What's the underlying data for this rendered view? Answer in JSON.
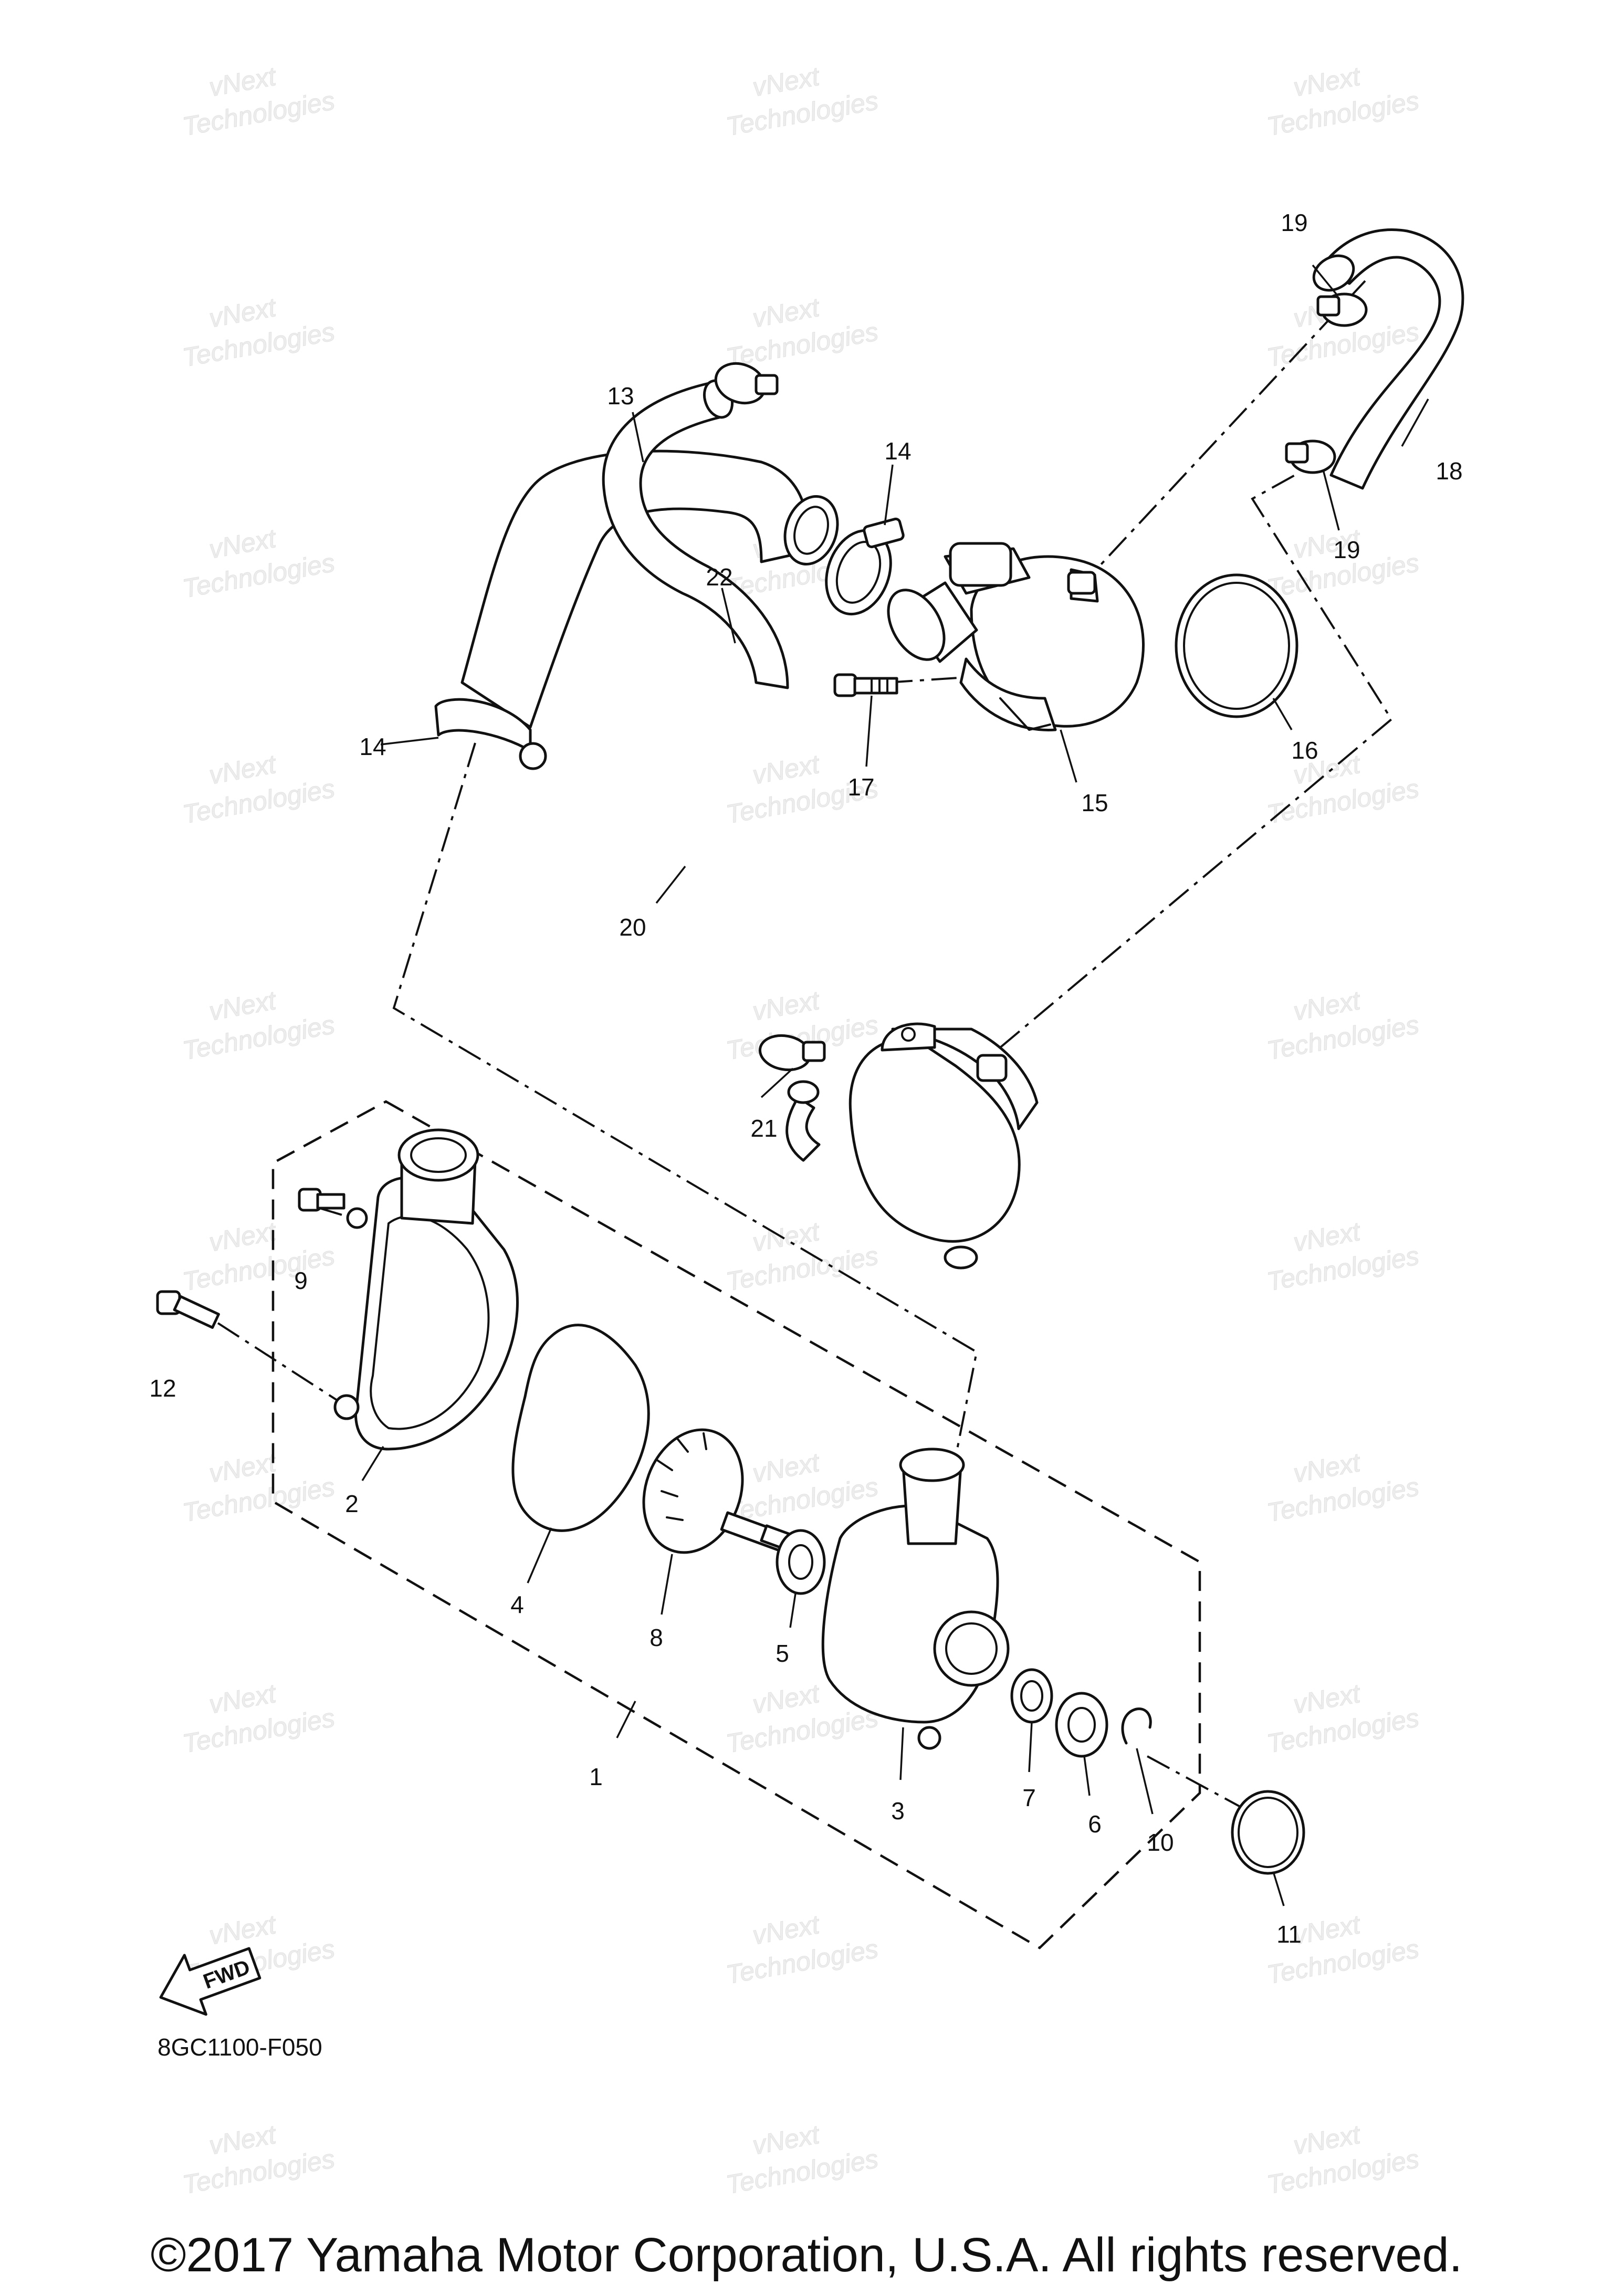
{
  "watermark": {
    "line1": "vNext",
    "line2": "Technologies"
  },
  "callouts": {
    "c1": "1",
    "c2": "2",
    "c3": "3",
    "c4": "4",
    "c5": "5",
    "c6": "6",
    "c7": "7",
    "c8": "8",
    "c9": "9",
    "c10": "10",
    "c11": "11",
    "c12": "12",
    "c13": "13",
    "c14a": "14",
    "c14b": "14",
    "c15": "15",
    "c16": "16",
    "c17": "17",
    "c18": "18",
    "c19a": "19",
    "c19b": "19",
    "c20": "20",
    "c21": "21",
    "c22": "22"
  },
  "fwd_label": "FWD",
  "diagram_code": "8GC1100-F050",
  "copyright": "©2017 Yamaha Motor Corporation, U.S.A. All rights reserved."
}
